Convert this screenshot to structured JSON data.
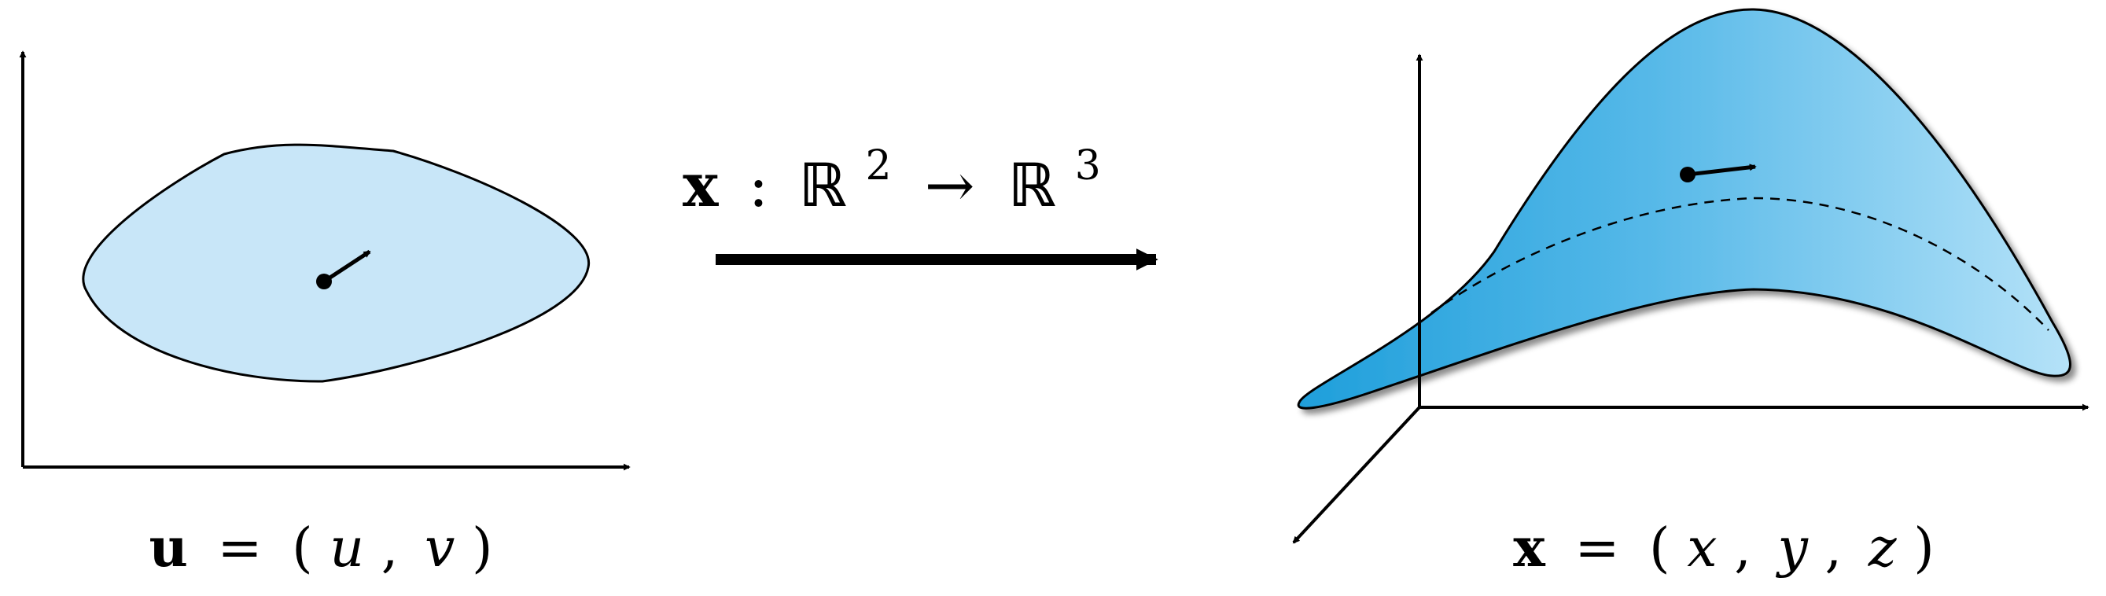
{
  "domain_parameter": {
    "bold_symbol": "u",
    "equals": "=",
    "open_paren": "(",
    "var1": "u",
    "comma1": ",",
    "var2": "v",
    "close_paren": ")"
  },
  "mapping": {
    "bold_symbol": "x",
    "colon": ":",
    "domain_set": "ℝ",
    "domain_exponent": "2",
    "arrow": "→",
    "codomain_set": "ℝ",
    "codomain_exponent": "3"
  },
  "surface_point": {
    "bold_symbol": "x",
    "equals": "=",
    "open_paren": "(",
    "var1": "x",
    "comma1": ",",
    "var2": "y",
    "comma2": ",",
    "var3": "z",
    "close_paren": ")"
  },
  "colors": {
    "region_fill": "#c8e6f8",
    "surface_light": "#a8dcf6",
    "surface_dark": "#25a3dc",
    "ink": "#000000"
  }
}
